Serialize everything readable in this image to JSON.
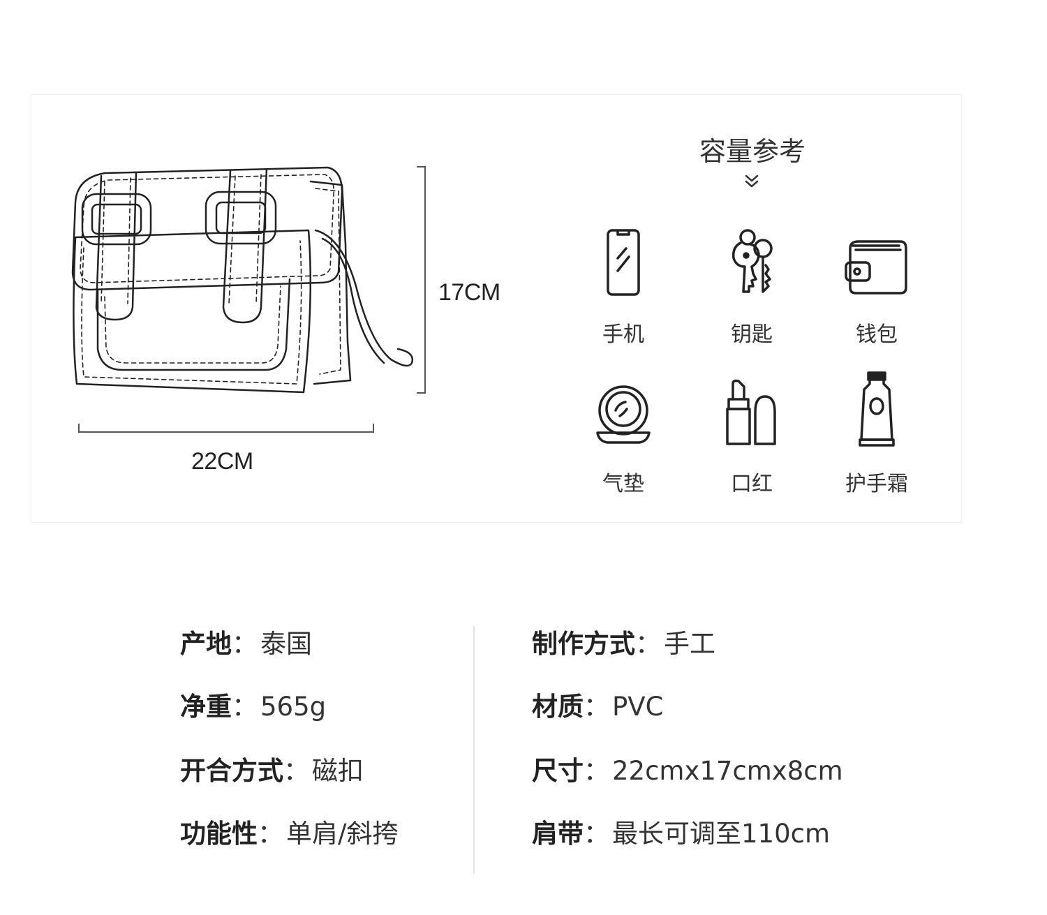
{
  "dimensions": {
    "height": "17CM",
    "width": "22CM"
  },
  "capacity": {
    "title": "容量参考",
    "items": [
      {
        "label": "手机",
        "icon": "phone-icon"
      },
      {
        "label": "钥匙",
        "icon": "keys-icon"
      },
      {
        "label": "钱包",
        "icon": "wallet-icon"
      },
      {
        "label": "气垫",
        "icon": "cushion-compact-icon"
      },
      {
        "label": "口红",
        "icon": "lipstick-icon"
      },
      {
        "label": "护手霜",
        "icon": "hand-cream-icon"
      }
    ]
  },
  "specs": {
    "origin": {
      "key": "产地",
      "value": "泰国"
    },
    "weight": {
      "key": "净重",
      "value": "565g"
    },
    "closure": {
      "key": "开合方式",
      "value": "磁扣"
    },
    "function": {
      "key": "功能性",
      "value": "单肩/斜挎"
    },
    "craft": {
      "key": "制作方式",
      "value": "手工"
    },
    "material": {
      "key": "材质",
      "value": "PVC"
    },
    "size": {
      "key": "尺寸",
      "value": "22cmx17cmx8cm"
    },
    "strap": {
      "key": "肩带",
      "value": "最长可调至110cm"
    }
  },
  "colors": {
    "line": "#222222",
    "text": "#333333",
    "panel_border": "#eeeeee"
  }
}
